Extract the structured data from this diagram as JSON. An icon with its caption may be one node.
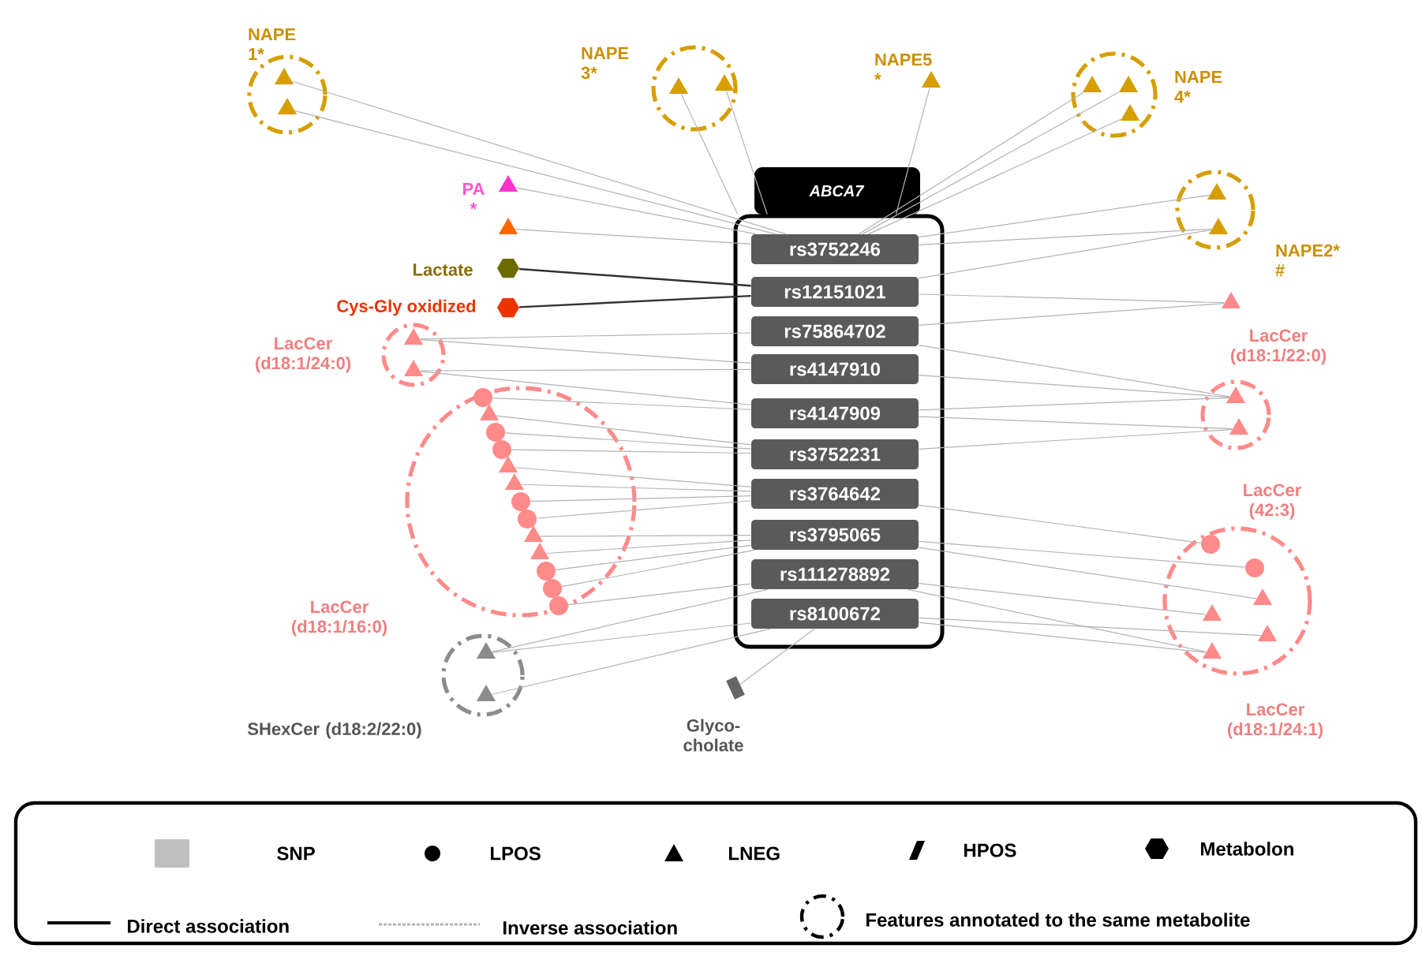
{
  "diagram": {
    "nodes": [
      {
        "text": [
          "NAPE 1*"
        ]
      },
      {
        "text": [],
        "shape": "triangle",
        "in": 0
      },
      {
        "text": [],
        "shape": "triangle",
        "in": 0
      },
      {
        "text": [
          "NAPE 3*"
        ]
      },
      {
        "text": [],
        "shape": "triangle",
        "in": 3
      },
      {
        "text": [],
        "shape": "triangle",
        "in": 3
      },
      {
        "text": [],
        "shape": "triangle",
        "beside": [
          "NAPE5 *"
        ]
      },
      {
        "text": [
          "NAPE 4*"
        ]
      },
      {
        "text": [],
        "shape": "triangle",
        "in": 7
      },
      {
        "text": [],
        "shape": "triangle",
        "in": 7
      },
      {
        "text": [],
        "shape": "triangle",
        "in": 7
      },
      {
        "text": [
          "ABCA7"
        ]
      },
      {
        "text": [
          "rs3752246"
        ],
        "in": 11
      },
      {
        "text": [
          "rs12151021"
        ],
        "in": 11
      },
      {
        "text": [
          "rs75864702"
        ],
        "in": 11
      },
      {
        "text": [
          "rs4147910"
        ],
        "in": 11
      },
      {
        "text": [
          "rs4147909"
        ],
        "in": 11
      },
      {
        "text": [
          "rs3752231"
        ],
        "in": 11
      },
      {
        "text": [
          "rs3764642"
        ],
        "in": 11
      },
      {
        "text": [
          "rs3795065"
        ],
        "in": 11
      },
      {
        "text": [
          "rs111278892"
        ],
        "in": 11
      },
      {
        "text": [
          "rs8100672"
        ],
        "in": 11
      },
      {
        "text": [],
        "shape": "triangle",
        "beside": [
          "PA *"
        ]
      },
      {
        "text": [],
        "shape": "triangle"
      },
      {
        "text": [
          "NAPE2* #"
        ]
      },
      {
        "text": [],
        "shape": "triangle",
        "in": 24
      },
      {
        "text": [],
        "shape": "triangle",
        "in": 24
      },
      {
        "text": [],
        "shape": "hexagon",
        "beside": [
          "Lactate"
        ]
      },
      {
        "text": [],
        "shape": "hexagon",
        "beside": [
          "Cys-Gly oxidized"
        ]
      },
      {
        "text": [],
        "shape": "triangle"
      },
      {
        "text": [
          "LacCer (d18:1/22:0)"
        ]
      },
      {
        "text": [],
        "shape": "triangle",
        "in": 30
      },
      {
        "text": [],
        "shape": "triangle",
        "in": 30
      },
      {
        "text": [
          "LacCer (d18:1/24:0)"
        ]
      },
      {
        "text": [],
        "shape": "triangle",
        "in": 33
      },
      {
        "text": [],
        "shape": "triangle",
        "in": 33
      },
      {
        "text": [
          "LacCer (d18:1/16:0)"
        ]
      },
      {
        "text": [],
        "shape": "triangle",
        "in": 36
      },
      {
        "text": [],
        "shape": "triangle",
        "in": 36
      },
      {
        "text": [],
        "shape": "triangle",
        "in": 36
      },
      {
        "text": [],
        "shape": "triangle",
        "in": 36
      },
      {
        "text": [],
        "shape": "triangle",
        "in": 36
      },
      {
        "text": [],
        "shape": "circle",
        "in": 36
      },
      {
        "text": [],
        "shape": "circle",
        "in": 36
      },
      {
        "text": [],
        "shape": "circle",
        "in": 36
      },
      {
        "text": [],
        "shape": "circle",
        "in": 36
      },
      {
        "text": [],
        "shape": "circle",
        "in": 36
      },
      {
        "text": [],
        "shape": "circle",
        "in": 36
      },
      {
        "text": [],
        "shape": "circle",
        "in": 36
      },
      {
        "text": [],
        "shape": "circle",
        "in": 36
      },
      {
        "text": [
          "LacCer (d18:1/24:1)"
        ]
      },
      {
        "text": [],
        "shape": "circle",
        "in": 50
      },
      {
        "text": [],
        "shape": "circle",
        "in": 50
      },
      {
        "text": [],
        "shape": "triangle",
        "in": 50
      },
      {
        "text": [],
        "shape": "triangle",
        "in": 50
      },
      {
        "text": [],
        "shape": "triangle",
        "in": 50
      },
      {
        "text": [],
        "shape": "triangle",
        "in": 50
      },
      {
        "text": [
          "SHexCer (d18:2/22:0)"
        ]
      },
      {
        "text": [],
        "shape": "triangle",
        "in": 57
      },
      {
        "text": [],
        "shape": "triangle",
        "in": 57
      },
      {
        "text": [],
        "shape": "parallelogram",
        "beside": [
          "Glyco- cholate"
        ]
      }
    ],
    "edges": [
      {
        "from": 1,
        "to": 12,
        "arrow": "none"
      },
      {
        "from": 2,
        "to": 12,
        "arrow": "none"
      },
      {
        "from": 4,
        "to": 11,
        "arrow": "none"
      },
      {
        "from": 5,
        "to": 11,
        "arrow": "none"
      },
      {
        "from": 6,
        "to": 11,
        "arrow": "none"
      },
      {
        "from": 8,
        "to": 12,
        "arrow": "none"
      },
      {
        "from": 9,
        "to": 12,
        "arrow": "none"
      },
      {
        "from": 10,
        "to": 12,
        "arrow": "none"
      },
      {
        "from": 22,
        "to": 12,
        "arrow": "none"
      },
      {
        "from": 23,
        "to": 12,
        "arrow": "none"
      },
      {
        "from": 25,
        "to": 12,
        "arrow": "none"
      },
      {
        "from": 26,
        "to": 12,
        "arrow": "none"
      },
      {
        "from": 26,
        "to": 13,
        "arrow": "none"
      },
      {
        "from": 27,
        "to": 13,
        "arrow": "none",
        "color": "#333333"
      },
      {
        "from": 28,
        "to": 13,
        "arrow": "none",
        "color": "#333333"
      },
      {
        "from": 29,
        "to": 13,
        "arrow": "none"
      },
      {
        "from": 29,
        "to": 14,
        "arrow": "none"
      },
      {
        "from": 31,
        "to": 14,
        "arrow": "none"
      },
      {
        "from": 31,
        "to": 15,
        "arrow": "none"
      },
      {
        "from": 31,
        "to": 16,
        "arrow": "none"
      },
      {
        "from": 32,
        "to": 16,
        "arrow": "none"
      },
      {
        "from": 32,
        "to": 17,
        "arrow": "none"
      },
      {
        "from": 34,
        "to": 14,
        "arrow": "none"
      },
      {
        "from": 34,
        "to": 15,
        "arrow": "none"
      },
      {
        "from": 35,
        "to": 15,
        "arrow": "none"
      },
      {
        "from": 35,
        "to": 16,
        "arrow": "none"
      },
      {
        "from": 37,
        "to": 17,
        "arrow": "none"
      },
      {
        "from": 38,
        "to": 18,
        "arrow": "none"
      },
      {
        "from": 39,
        "to": 18,
        "arrow": "none"
      },
      {
        "from": 40,
        "to": 19,
        "arrow": "none"
      },
      {
        "from": 41,
        "to": 19,
        "arrow": "none"
      },
      {
        "from": 42,
        "to": 16,
        "arrow": "none"
      },
      {
        "from": 43,
        "to": 17,
        "arrow": "none"
      },
      {
        "from": 44,
        "to": 18,
        "arrow": "none"
      },
      {
        "from": 45,
        "to": 17,
        "arrow": "none"
      },
      {
        "from": 46,
        "to": 19,
        "arrow": "none"
      },
      {
        "from": 47,
        "to": 18,
        "arrow": "none"
      },
      {
        "from": 48,
        "to": 20,
        "arrow": "none"
      },
      {
        "from": 49,
        "to": 19,
        "arrow": "none"
      },
      {
        "from": 51,
        "to": 18,
        "arrow": "none"
      },
      {
        "from": 52,
        "to": 19,
        "arrow": "none"
      },
      {
        "from": 53,
        "to": 20,
        "arrow": "none"
      },
      {
        "from": 54,
        "to": 19,
        "arrow": "none"
      },
      {
        "from": 55,
        "to": 21,
        "arrow": "none"
      },
      {
        "from": 56,
        "to": 21,
        "arrow": "none"
      },
      {
        "from": 55,
        "to": 20,
        "arrow": "none"
      },
      {
        "from": 58,
        "to": 20,
        "arrow": "none"
      },
      {
        "from": 58,
        "to": 21,
        "arrow": "none"
      },
      {
        "from": 59,
        "to": 21,
        "arrow": "none"
      },
      {
        "from": 60,
        "to": 21,
        "arrow": "none"
      }
    ],
    "labels": [
      "LacCer (42:3)"
    ],
    "legend": [
      {
        "text": "SNP",
        "color": "#c0c0c0"
      },
      {
        "text": "LPOS"
      },
      {
        "text": "LNEG"
      },
      {
        "text": "HPOS"
      },
      {
        "text": "Metabolon"
      },
      {
        "text": "Direct association"
      },
      {
        "text": "Inverse association"
      },
      {
        "text": "Features annotated to the same metabolite"
      }
    ]
  }
}
